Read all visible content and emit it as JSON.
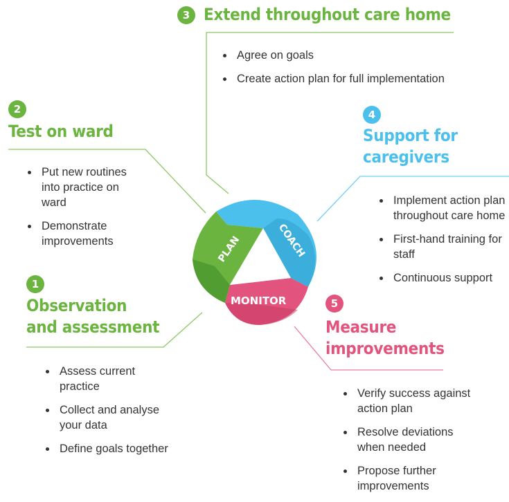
{
  "cycle": {
    "plan_label": "PLAN",
    "coach_label": "COACH",
    "monitor_label": "MONITOR"
  },
  "steps": [
    {
      "number": "1",
      "title_line1": "Observation",
      "title_line2": "and assessment",
      "items": [
        "Assess current practice",
        "Collect and analyse your data",
        "Define goals together"
      ],
      "color": "#6bb43f"
    },
    {
      "number": "2",
      "title_line1": "Test on ward",
      "items": [
        "Put new routines into practice on ward",
        "Demonstrate improvements"
      ],
      "color": "#6bb43f"
    },
    {
      "number": "3",
      "title_line1": "Extend throughout care home",
      "items": [
        "Agree on goals",
        "Create action plan for full implementation"
      ],
      "color": "#6bb43f"
    },
    {
      "number": "4",
      "title_line1": "Support for",
      "title_line2": "caregivers",
      "items": [
        "Implement action plan throughout care home",
        "First-hand training for staff",
        "Continuous support"
      ],
      "color": "#4cc0ec"
    },
    {
      "number": "5",
      "title_line1": "Measure",
      "title_line2": "improvements",
      "items": [
        "Verify success against action plan",
        "Resolve deviations when needed",
        "Propose further improvements"
      ],
      "color": "#e2547e"
    }
  ]
}
